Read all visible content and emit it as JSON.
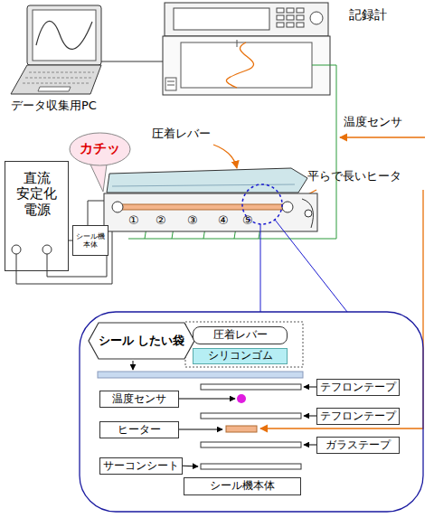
{
  "diagram": {
    "nodes": [
      {
        "text": [
          "カチッ"
        ]
      },
      {
        "text": [
          "直流 安定化 電源"
        ]
      },
      {
        "text": [
          "シール機 本体"
        ]
      },
      {
        "text": [
          "シール したい袋"
        ]
      },
      {
        "text": [
          "圧着レバー"
        ]
      },
      {
        "text": [
          "シリコンゴム"
        ]
      },
      {
        "text": [
          "テフロンテープ"
        ]
      },
      {
        "text": [
          "温度センサ"
        ]
      },
      {
        "text": [
          "テフロンテープ"
        ]
      },
      {
        "text": [
          "ヒーター"
        ]
      },
      {
        "text": [
          "ガラステープ"
        ]
      },
      {
        "text": [
          "サーコンシート"
        ]
      },
      {
        "text": [
          "シール機本体"
        ]
      }
    ],
    "edges": [
      {
        "from": 1,
        "to": 2,
        "arrow": "none"
      }
    ],
    "labels": [
      "記録計",
      "データ収集用PC",
      "温度センサ",
      "圧着レバー",
      "平らで長いヒータ",
      "①",
      "②",
      "③",
      "④",
      "⑤"
    ]
  }
}
